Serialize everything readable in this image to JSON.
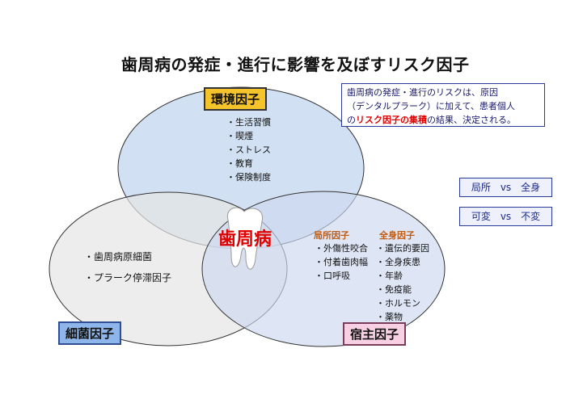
{
  "title": "歯周病の発症・進行に影響を及ぼすリスク因子",
  "note": {
    "line1": "歯周病の発症・進行のリスクは、原因",
    "line2": "（デンタルプラーク）に加えて、患者個人",
    "line3_pre": "の",
    "line3_red": "リスク因子の集積",
    "line3_post": "の結果、決定される。"
  },
  "side_boxes": {
    "local_vs_systemic": "局所　vs　全身",
    "modifiable_vs_fixed": "可変　vs　不変"
  },
  "circles": {
    "environment": {
      "label": "環境因子",
      "items": [
        "・生活習慣",
        "・喫煙",
        "・ストレス",
        "・教育",
        "・保険制度"
      ]
    },
    "bacteria": {
      "label": "細菌因子",
      "items": [
        "・歯周病原細菌",
        "・プラーク停滞因子"
      ]
    },
    "host": {
      "label": "宿主因子",
      "local_header": "局所因子",
      "local_items": [
        "・外傷性咬合",
        "・付着歯肉幅",
        "・口呼吸"
      ],
      "systemic_header": "全身因子",
      "systemic_items": [
        "・遺伝的要因",
        "・全身疾患",
        "・年齢",
        "・免疫能",
        "・ホルモン",
        "・薬物"
      ]
    }
  },
  "center_label": "歯周病",
  "colors": {
    "env_fill": "#c9daf0",
    "bac_fill": "#e6e6e6",
    "host_fill": "#cdd9f0",
    "accent_red": "#e00000"
  },
  "icons": {
    "center": "tooth-icon"
  }
}
